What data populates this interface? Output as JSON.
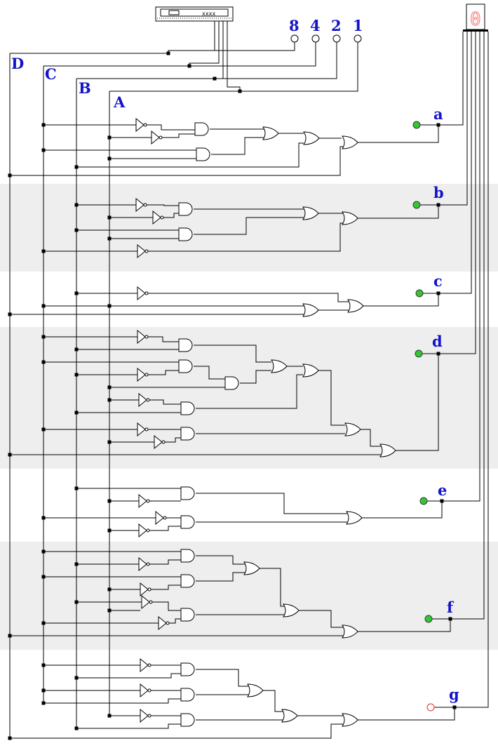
{
  "input_pins": [
    {
      "label": "8"
    },
    {
      "label": "4"
    },
    {
      "label": "2"
    },
    {
      "label": "1"
    }
  ],
  "bus_labels": [
    "D",
    "C",
    "B",
    "A"
  ],
  "hex_input": {
    "left": "",
    "right": "xxxx"
  },
  "display": {
    "digit": "0",
    "color": "#ff6464"
  },
  "outputs": [
    {
      "label": "a",
      "state": "on"
    },
    {
      "label": "b",
      "state": "on"
    },
    {
      "label": "c",
      "state": "on"
    },
    {
      "label": "d",
      "state": "on"
    },
    {
      "label": "e",
      "state": "on"
    },
    {
      "label": "f",
      "state": "on"
    },
    {
      "label": "g",
      "state": "off"
    }
  ],
  "colors": {
    "label": "#1414c8",
    "led_on": "#32c832",
    "led_off": "#e83030",
    "band": "#eeeeee"
  }
}
